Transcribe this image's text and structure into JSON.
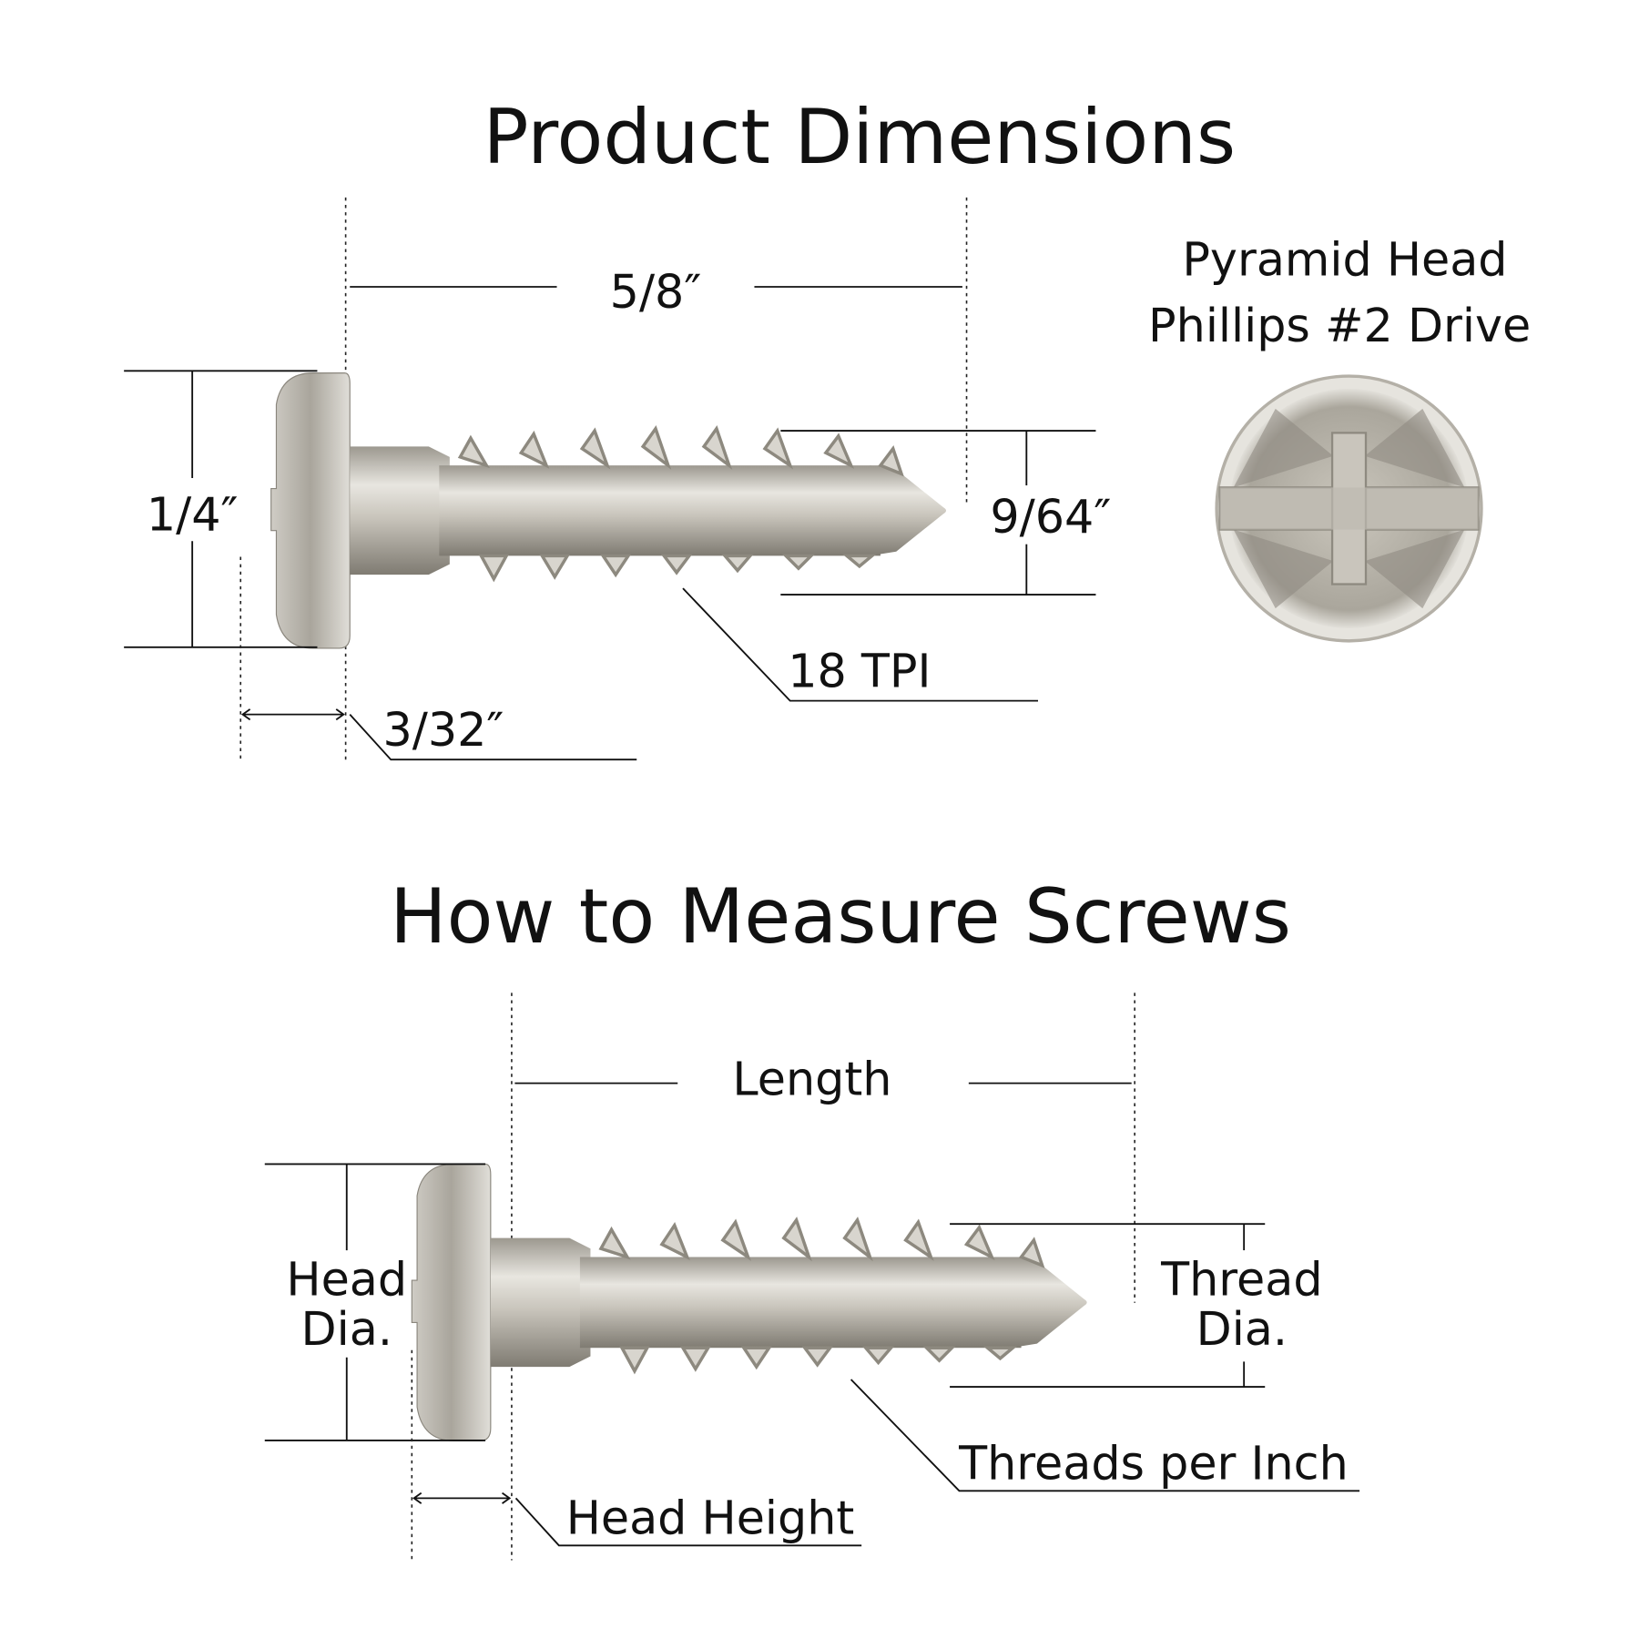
{
  "product": {
    "title": "Product Dimensions",
    "length": "5/8″",
    "head_diameter": "1/4″",
    "thread_diameter": "9/64″",
    "tpi": "18 TPI",
    "head_height": "3/32″",
    "head_type_line1": "Pyramid Head",
    "head_type_line2": "Phillips #2 Drive"
  },
  "measure": {
    "title": "How to Measure Screws",
    "length": "Length",
    "head_dia_line1": "Head",
    "head_dia_line2": "Dia.",
    "thread_dia_line1": "Thread",
    "thread_dia_line2": "Dia.",
    "tpi": "Threads per Inch",
    "head_height": "Head Height"
  },
  "colors": {
    "metal_light": "#e4e2dc",
    "metal_mid": "#b7b3aa",
    "metal_dark": "#7d7970",
    "text": "#111111"
  }
}
